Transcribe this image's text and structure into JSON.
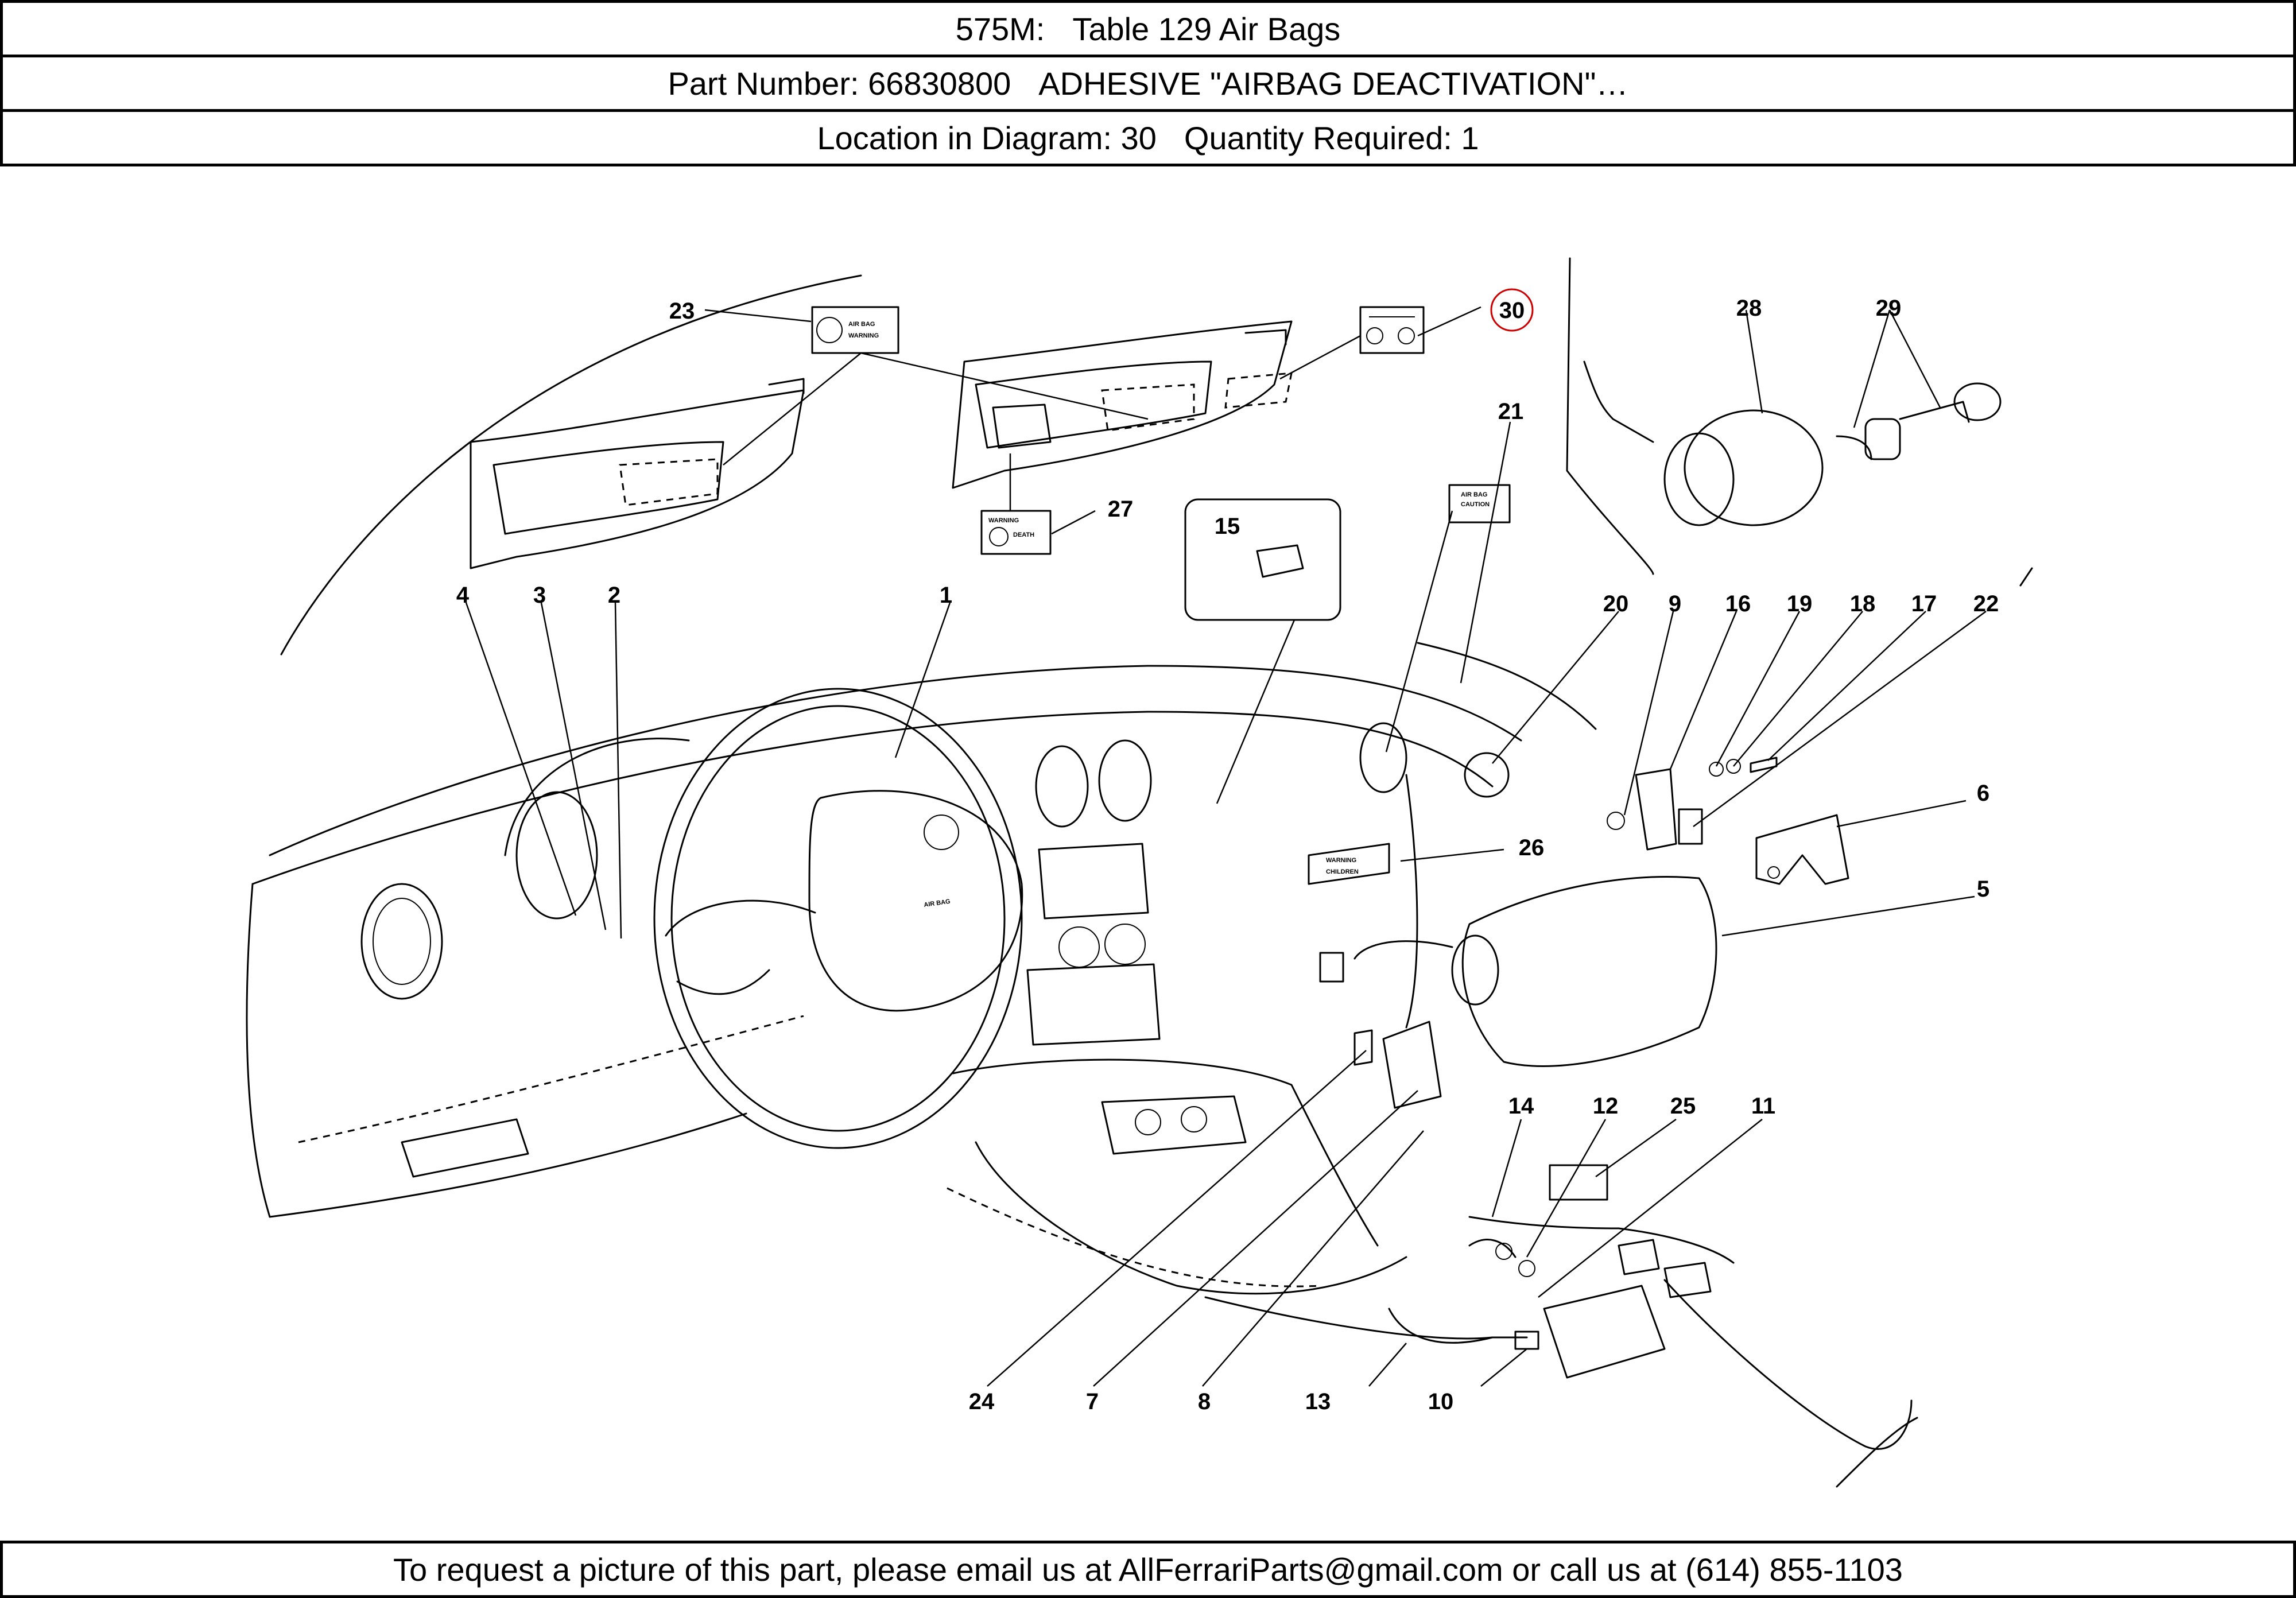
{
  "header": {
    "model": "575M:",
    "table": "Table 129 Air Bags"
  },
  "part": {
    "prefix": "Part Number: 66830800",
    "description": "ADHESIVE \"AIRBAG DEACTIVATION\"…"
  },
  "location": {
    "location_text": "Location in Diagram: 30",
    "quantity_text": "Quantity Required: 1"
  },
  "diagram": {
    "highlight_color": "#cc0000",
    "highlighted": "30",
    "callouts": [
      "1",
      "2",
      "3",
      "4",
      "5",
      "6",
      "7",
      "8",
      "9",
      "10",
      "11",
      "12",
      "13",
      "14",
      "15",
      "16",
      "17",
      "18",
      "19",
      "20",
      "21",
      "22",
      "23",
      "24",
      "25",
      "26",
      "27",
      "28",
      "29",
      "30"
    ],
    "labels": {
      "sticker_23": [
        "AIR BAG",
        "WARNING"
      ],
      "sticker_21": [
        "AIR BAG",
        "CAUTION"
      ],
      "sticker_27": [
        "WARNING",
        "DEATH"
      ],
      "sticker_26": [
        "WARNING",
        "CHILDREN"
      ],
      "airbag_cover": "AIR BAG"
    }
  },
  "footer": {
    "text": "To request a picture of this part, please email us at AllFerrariParts@gmail.com or call us at (614) 855-1103"
  }
}
